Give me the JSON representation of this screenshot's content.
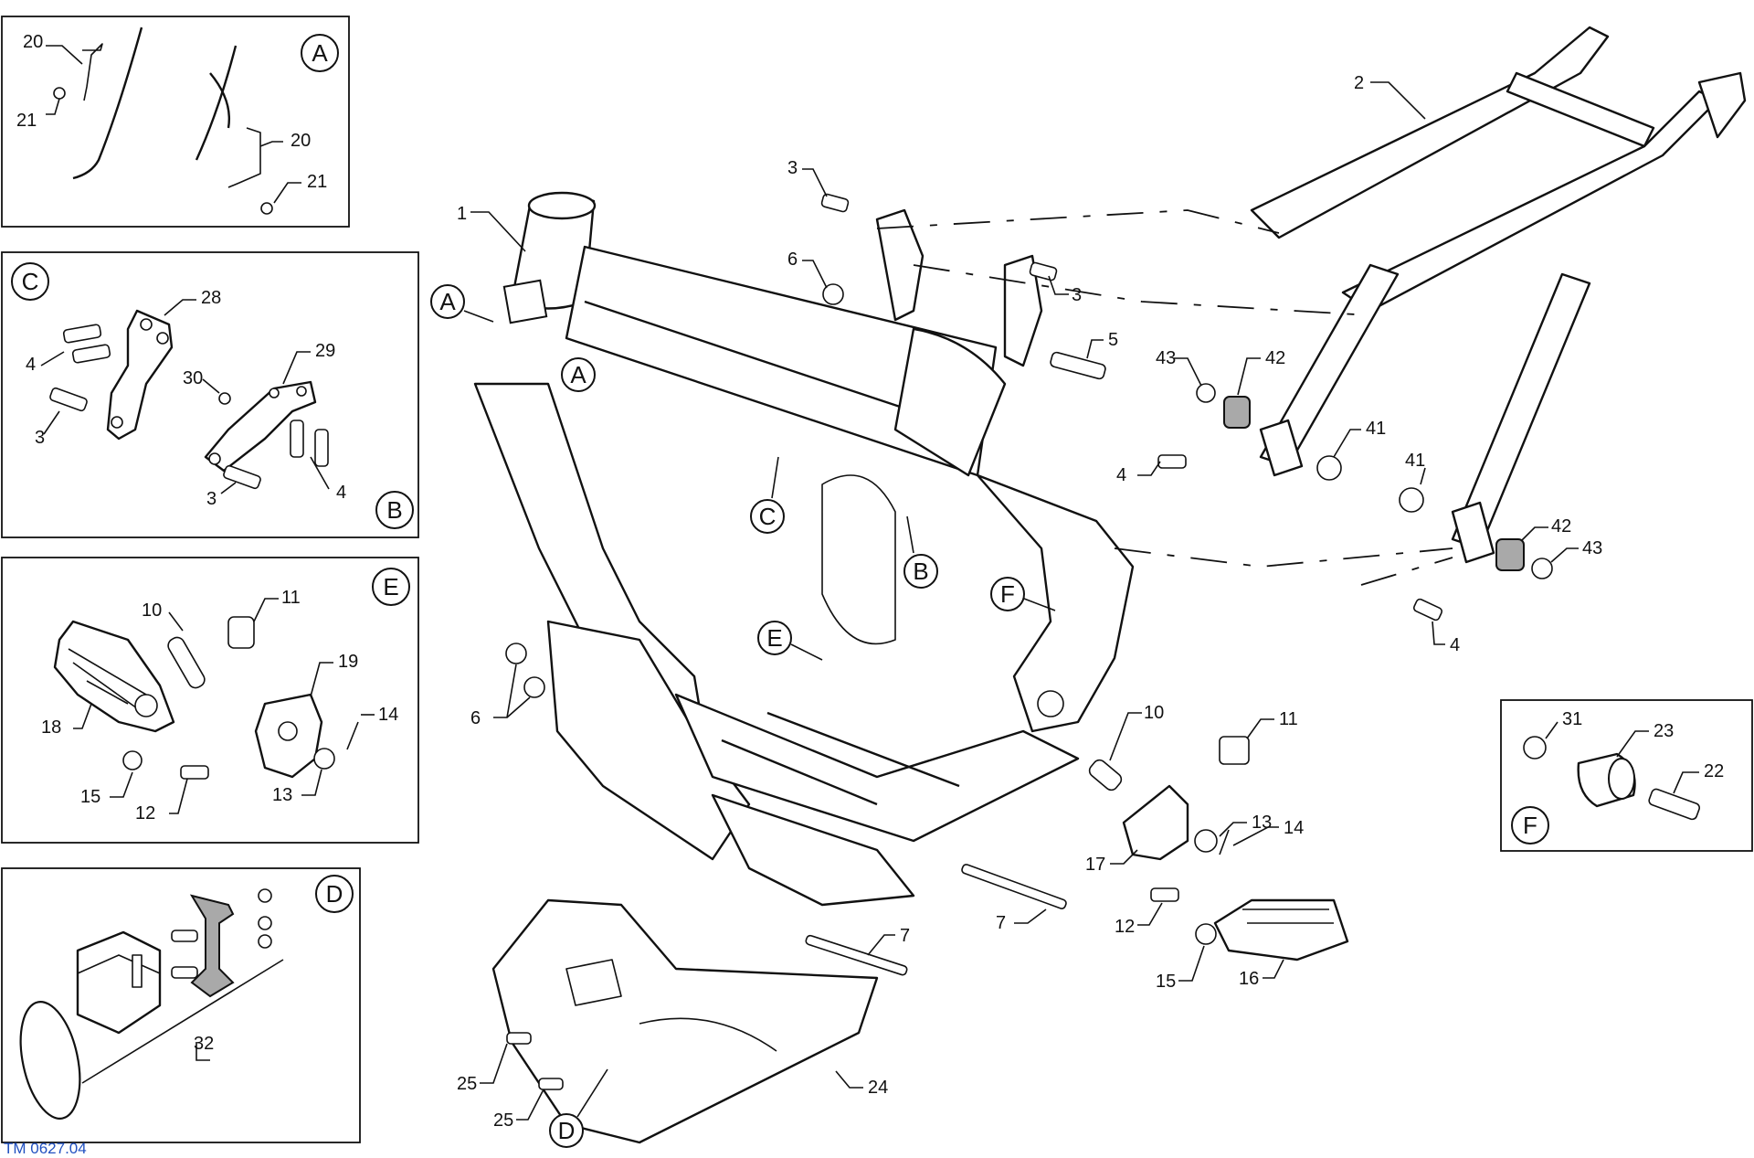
{
  "diagram": {
    "reference_code": "TM 0627.04",
    "reference_color": "#2050c0",
    "line_color": "#111111",
    "rubber_color": "#a9a9a9"
  },
  "insets": {
    "A": {
      "letter": "A",
      "labels": [
        "20",
        "21",
        "20",
        "21"
      ]
    },
    "C_B": {
      "letter_top": "C",
      "letter_bottom": "B",
      "labels": [
        "28",
        "4",
        "30",
        "29",
        "3",
        "3",
        "4"
      ]
    },
    "E": {
      "letter": "E",
      "labels": [
        "10",
        "11",
        "19",
        "14",
        "18",
        "15",
        "12",
        "13"
      ]
    },
    "D": {
      "letter": "D",
      "labels": [
        "32"
      ]
    },
    "F": {
      "letter": "F",
      "labels": [
        "31",
        "23",
        "22"
      ]
    }
  },
  "main": {
    "view_markers": [
      "A",
      "A",
      "C",
      "B",
      "E",
      "F",
      "D"
    ],
    "labels": {
      "frame": "1",
      "subframe": "2",
      "screw_top_left": "3",
      "screw_top_right": "3",
      "nut_top": "6",
      "nut_left": "6",
      "bolt_5": "5",
      "washer_43_top": "43",
      "bushing_42_top": "42",
      "sleeve_41_top": "41",
      "screw_4_left": "4",
      "sleeve_41_low": "41",
      "bushing_42_low": "42",
      "washer_43_low": "43",
      "screw_4_right": "4",
      "pin_10": "10",
      "bolt_11": "11",
      "washer_13": "13",
      "spring_14": "14",
      "bracket_17": "17",
      "bolt_7_right": "7",
      "bolt_7_bottom": "7",
      "screw_12": "12",
      "spring_15": "15",
      "footrest_16": "16",
      "skidplate_24": "24",
      "screw_25_upper": "25",
      "screw_25_lower": "25"
    }
  }
}
